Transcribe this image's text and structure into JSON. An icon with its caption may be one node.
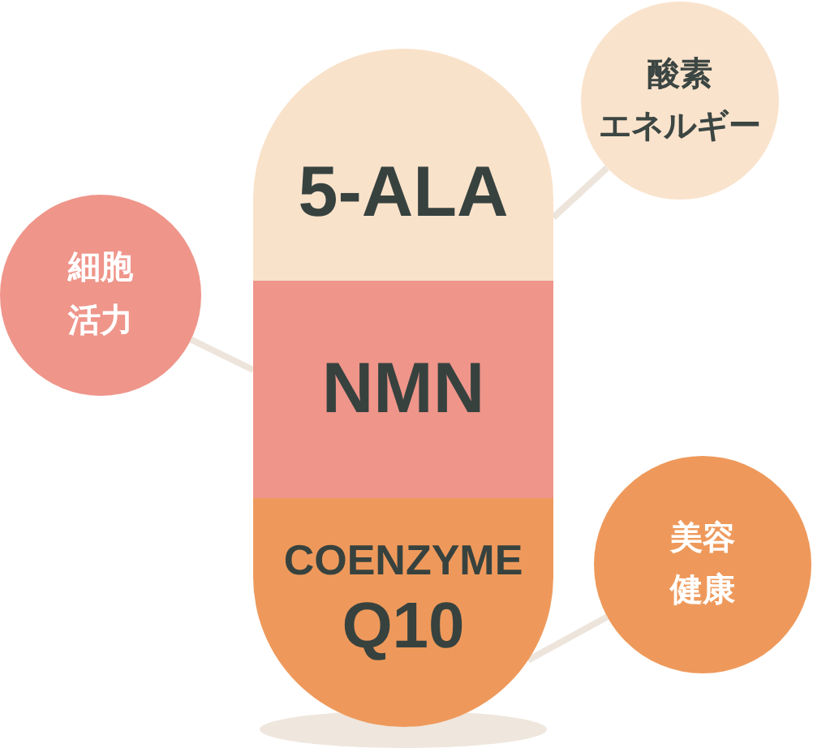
{
  "diagram": {
    "nodes": [
      {
        "text": [
          "5-ALA"
        ]
      },
      {
        "text": [
          "NMN"
        ]
      },
      {
        "text": [
          "COENZYME",
          "Q10"
        ]
      },
      {
        "text": [
          "酸素エネルギー"
        ]
      },
      {
        "text": [
          "細胞活力"
        ]
      },
      {
        "text": [
          "美容健康"
        ]
      }
    ],
    "edges": [
      {
        "from": 3,
        "to": 0,
        "arrow": "none"
      },
      {
        "from": 4,
        "to": 1,
        "arrow": "none"
      },
      {
        "from": 5,
        "to": 2,
        "arrow": "none"
      }
    ]
  }
}
